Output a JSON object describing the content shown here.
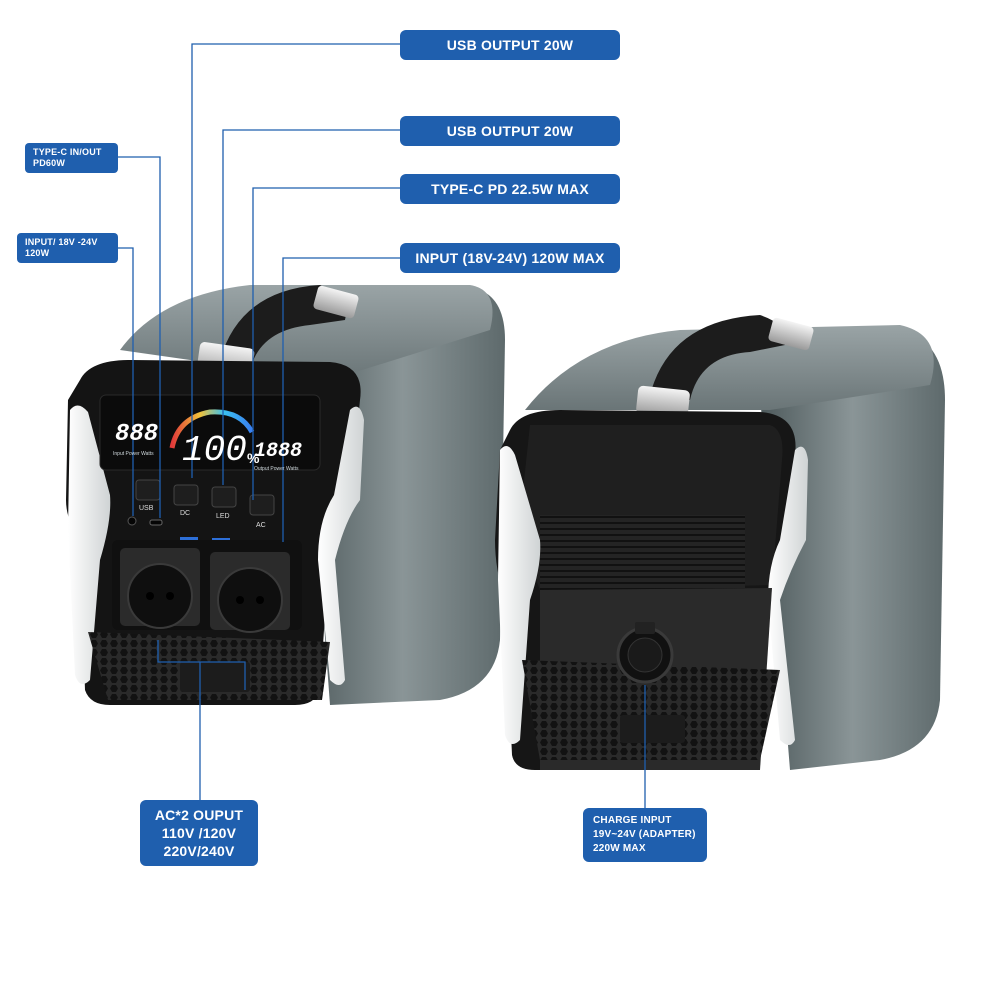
{
  "callouts": {
    "usb_output_top": "USB OUTPUT 20W",
    "usb_output_2": "USB OUTPUT 20W",
    "type_c_pd": "TYPE-C PD 22.5W MAX",
    "input_right": "INPUT (18V-24V) 120W MAX",
    "type_c_inout": [
      "TYPE-C IN/OUT",
      "PD60W"
    ],
    "input_left": [
      "INPUT/ 18V -24V",
      "120W"
    ],
    "ac_output": [
      "AC*2 OUPUT",
      "110V /120V",
      "220V/240V"
    ],
    "charge_input": [
      "CHARGE INPUT",
      "19V~24V (ADAPTER)",
      "220W MAX"
    ]
  },
  "device_labels": {
    "lcd_left_value": "888",
    "lcd_left_caption": "Input Power Watts",
    "lcd_center_value": "100",
    "lcd_center_unit": "%",
    "lcd_right_value": "1888",
    "lcd_right_caption": "Output Power Watts",
    "btn_usb": "USB",
    "btn_dc": "DC",
    "btn_led": "LED",
    "btn_ac": "AC"
  },
  "colors": {
    "callout_blue": "#1f5fae",
    "body_grey": "#6e7a7c",
    "panel_black": "#1a1a1a"
  }
}
